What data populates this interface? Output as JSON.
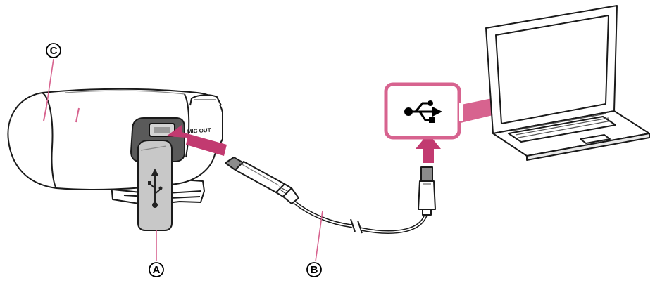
{
  "callouts": {
    "a": "A",
    "b": "B",
    "c": "C"
  },
  "camera": {
    "port_label": "MIC OUT"
  },
  "usb_symbol_icon": "usb-icon",
  "colors": {
    "accent_pink": "#d7638f",
    "arrow_pink": "#c23a70",
    "outline": "#1a1a1a",
    "shade": "#d0d0d0",
    "dark_grey": "#606060"
  }
}
